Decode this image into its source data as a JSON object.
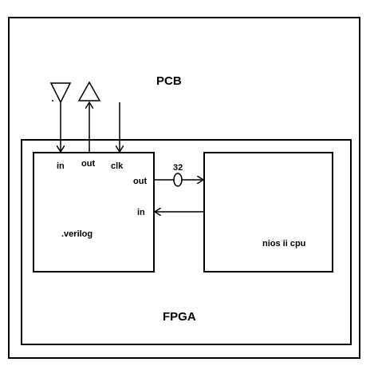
{
  "pcb": {
    "label": "PCB"
  },
  "fpga": {
    "label": "FPGA"
  },
  "verilog_block": {
    "label": ".verilog",
    "ports": {
      "in": "in",
      "out": "out",
      "clk": "clk"
    },
    "side_ports": {
      "out": "out",
      "in": "in"
    }
  },
  "cpu_block": {
    "label": "nios ii cpu"
  },
  "bus": {
    "width_label": "32"
  },
  "colors": {
    "stroke": "#000000",
    "background": "#ffffff"
  }
}
